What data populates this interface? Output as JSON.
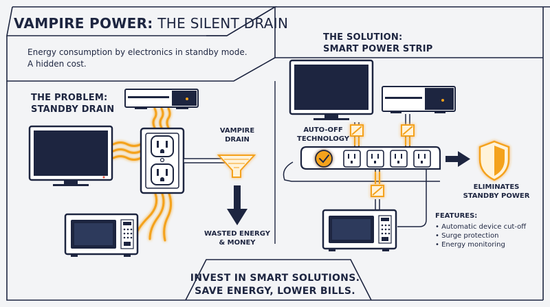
{
  "title": {
    "bold": "VAMPIRE POWER:",
    "light": " THE SILENT DRAIN"
  },
  "subtitle": [
    "Energy consumption by electronics in standby mode.",
    "A hidden cost."
  ],
  "problem": {
    "heading": [
      "THE PROBLEM:",
      "STANDBY DRAIN"
    ],
    "vampire_label": [
      "VAMPIRE",
      "DRAIN"
    ],
    "wasted_label": [
      "WASTED ENERGY",
      "& MONEY"
    ]
  },
  "solution": {
    "heading": [
      "THE SOLUTION:",
      "SMART POWER STRIP"
    ],
    "auto_off_label": [
      "AUTO-OFF",
      "TECHNOLOGY"
    ],
    "eliminates_label": [
      "ELIMINATES",
      "STANDBY POWER"
    ],
    "features_title": "FEATURES:",
    "features": [
      "• Automatic device cut-off",
      "• Surge protection",
      "• Energy monitoring"
    ]
  },
  "footer": [
    "INVEST IN SMART SOLUTIONS.",
    "SAVE ENERGY, LOWER BILLS."
  ],
  "colors": {
    "navy": "#1d2540",
    "accent": "#f4a21b",
    "background": "#f3f4f6"
  },
  "icons": [
    "tv-icon",
    "game-console-icon",
    "microwave-icon",
    "wall-outlet-icon",
    "funnel-icon",
    "down-arrow-icon",
    "power-strip-icon",
    "checkmark-icon",
    "shield-icon",
    "right-arrow-icon"
  ]
}
